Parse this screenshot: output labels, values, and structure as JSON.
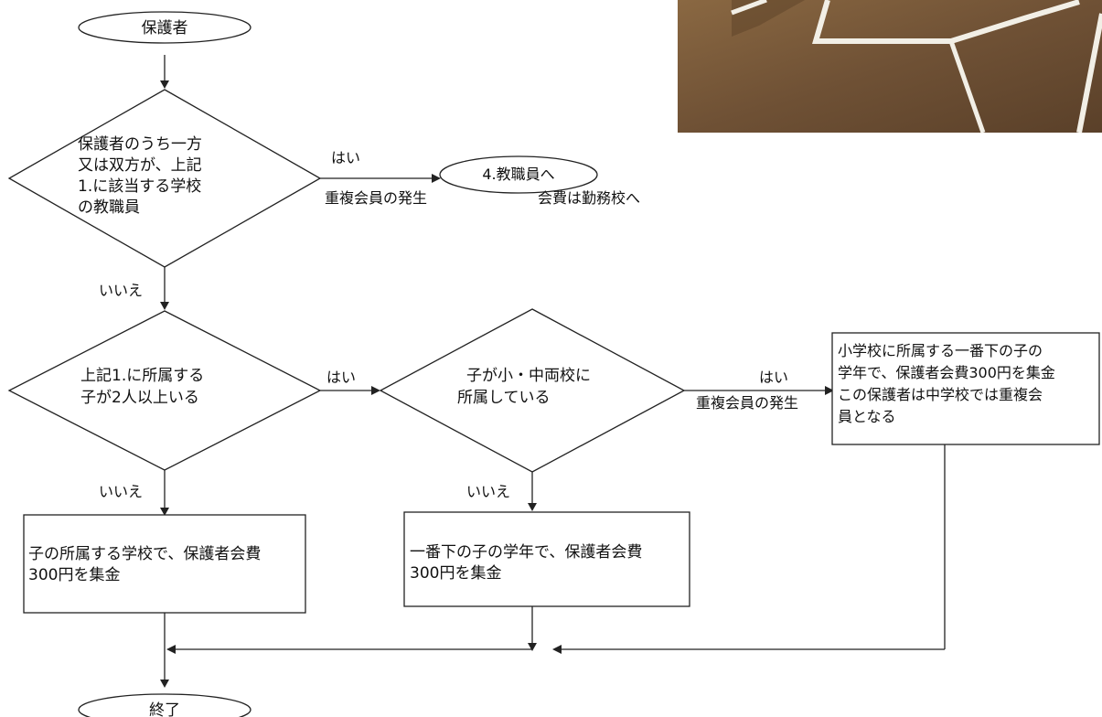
{
  "nodes": {
    "start": "保護者",
    "decision1": [
      "保護者のうち一方",
      "又は双方が、上記",
      "1.に該当する学校",
      "の教職員"
    ],
    "teacher_terminal": "4.教職員へ",
    "decision2": [
      "上記1.に所属する",
      "子が2人以上いる"
    ],
    "decision3": [
      "子が小・中両校に",
      "所属している"
    ],
    "box_single": [
      "子の所属する学校で、保護者会費",
      "300円を集金"
    ],
    "box_youngest": [
      "一番下の子の学年で、保護者会費",
      "300円を集金"
    ],
    "box_elementary": [
      "小学校に所属する一番下の子の",
      "学年で、保護者会費300円を集金",
      "この保護者は中学校では重複会",
      "員となる"
    ],
    "end": "終了"
  },
  "edge_labels": {
    "d1_yes": "はい",
    "d1_dup": "重複会員の発生",
    "d1_fee": "会費は勤務校へ",
    "d1_no": "いいえ",
    "d2_yes": "はい",
    "d2_no": "いいえ",
    "d3_yes": "はい",
    "d3_dup": "重複会員の発生",
    "d3_no": "いいえ"
  },
  "photo": {
    "colors": {
      "soil": "#7a5a3a",
      "soil_dark": "#5b4128",
      "line": "#f2efe6"
    }
  }
}
